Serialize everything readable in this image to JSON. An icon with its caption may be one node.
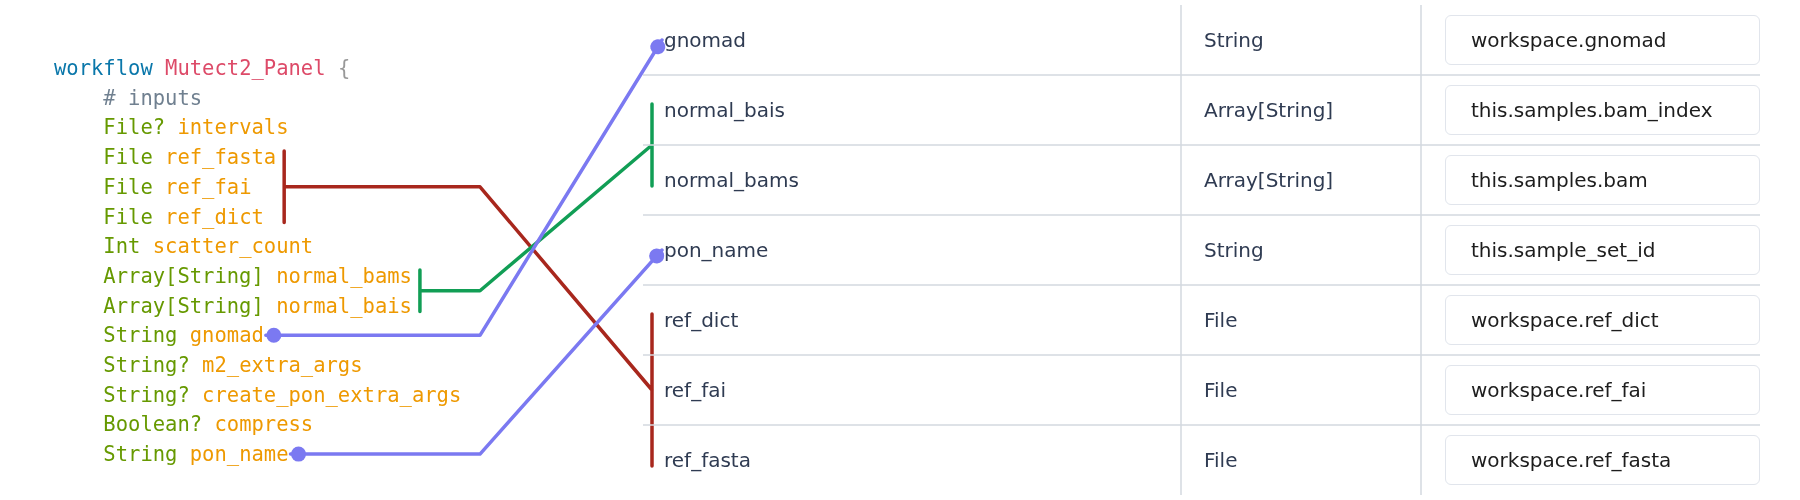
{
  "diagram": {
    "nodes": [
      {
        "text": [
          "File ref_fasta"
        ]
      },
      {
        "text": [
          "File ref_fai"
        ]
      },
      {
        "text": [
          "File ref_dict"
        ]
      },
      {
        "text": [
          "Array[String] normal_bams"
        ]
      },
      {
        "text": [
          "Array[String] normal_bais"
        ]
      },
      {
        "text": [
          "String gnomad"
        ]
      },
      {
        "text": [
          "String pon_name"
        ]
      },
      {
        "text": [
          "gnomad"
        ]
      },
      {
        "text": [
          "normal_bais"
        ]
      },
      {
        "text": [
          "normal_bams"
        ]
      },
      {
        "text": [
          "pon_name"
        ]
      },
      {
        "text": [
          "ref_dict"
        ]
      },
      {
        "text": [
          "ref_fai"
        ]
      },
      {
        "text": [
          "ref_fasta"
        ]
      }
    ],
    "edges": [
      {
        "from": 0,
        "to": 11,
        "arrow": "none"
      },
      {
        "from": 0,
        "to": 12,
        "arrow": "none"
      },
      {
        "from": 0,
        "to": 13,
        "arrow": "none"
      },
      {
        "from": 1,
        "to": 11,
        "arrow": "none"
      },
      {
        "from": 1,
        "to": 12,
        "arrow": "none"
      },
      {
        "from": 1,
        "to": 13,
        "arrow": "none"
      },
      {
        "from": 2,
        "to": 11,
        "arrow": "none"
      },
      {
        "from": 2,
        "to": 12,
        "arrow": "none"
      },
      {
        "from": 2,
        "to": 13,
        "arrow": "none"
      },
      {
        "from": 3,
        "to": 8,
        "arrow": "none",
        "color": "#119e55"
      },
      {
        "from": 3,
        "to": 9,
        "arrow": "none",
        "color": "#119e55"
      },
      {
        "from": 4,
        "to": 8,
        "arrow": "none",
        "color": "#119e55"
      },
      {
        "from": 4,
        "to": 9,
        "arrow": "none",
        "color": "#119e55"
      },
      {
        "from": 5,
        "to": 7,
        "arrow": "other",
        "color": "#7b79f1"
      },
      {
        "from": 6,
        "to": 10,
        "arrow": "other",
        "color": "#7b79f1"
      }
    ],
    "labels": [
      "workflow Mutect2_Panel {",
      "# inputs",
      "File? intervals",
      "Int scatter_count",
      "String? m2_extra_args",
      "String? create_pon_extra_args",
      "Boolean? compress",
      "String",
      "workspace.gnomad",
      "Array[String]",
      "this.samples.bam_index",
      "Array[String]",
      "this.samples.bam",
      "String",
      "this.sample_set_id",
      "File",
      "workspace.ref_dict",
      "File",
      "workspace.ref_fai",
      "File",
      "workspace.ref_fasta"
    ]
  }
}
